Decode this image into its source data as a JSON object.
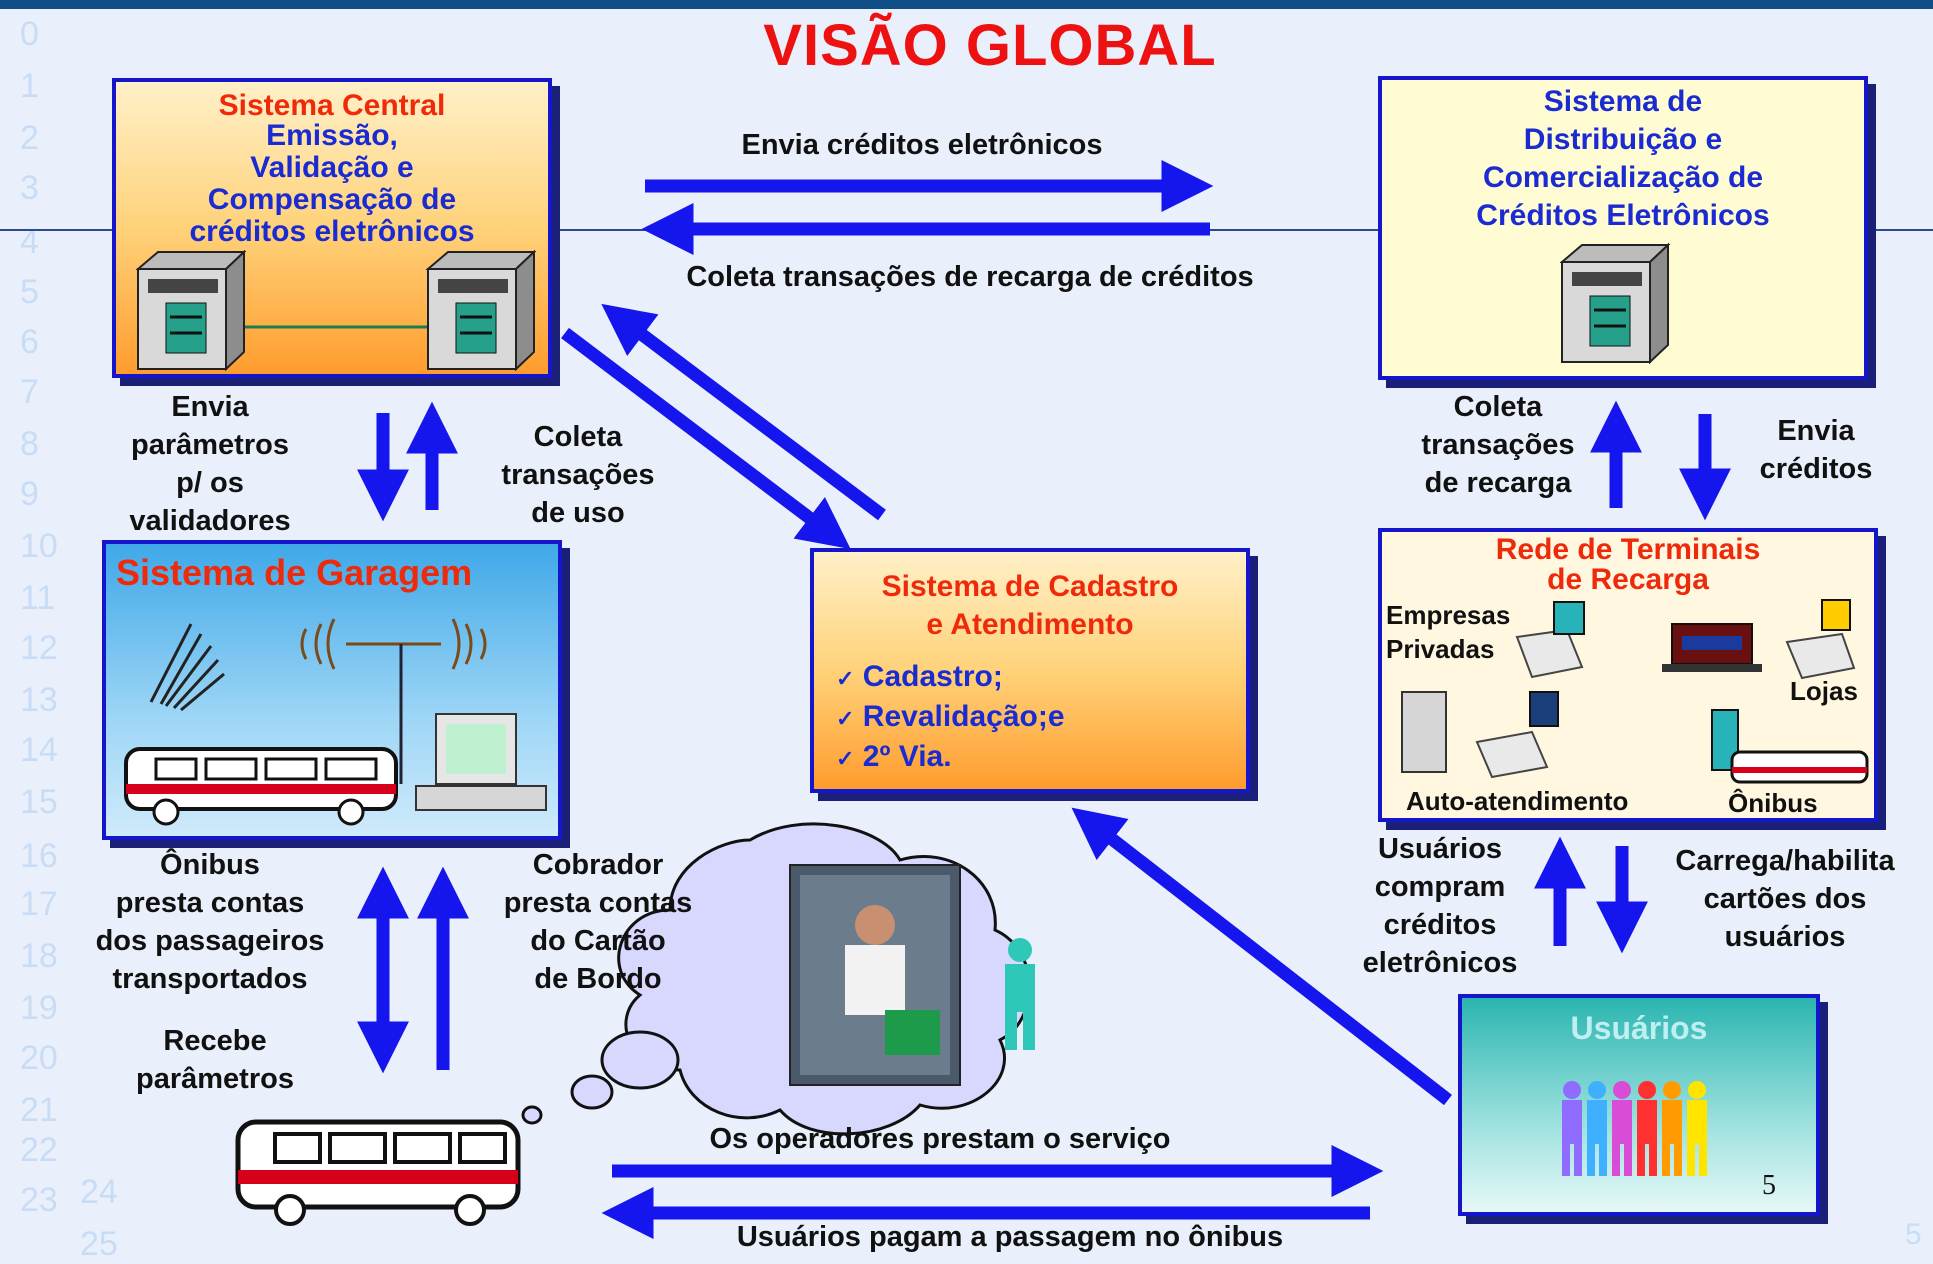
{
  "line_numbers": [
    "0",
    "1",
    "2",
    "3",
    "4",
    "5",
    "6",
    "7",
    "8",
    "9",
    "10",
    "11",
    "12",
    "13",
    "14",
    "15",
    "16",
    "17",
    "18",
    "19",
    "20",
    "21",
    "22",
    "23",
    "24",
    "25"
  ],
  "title": "VISÃO GLOBAL",
  "central": {
    "title_red": "Sistema Central",
    "title_blue_lines": [
      "Emissão,",
      "Validação e",
      "Compensação de",
      "créditos eletrônicos"
    ]
  },
  "distribution": {
    "title_lines": [
      "Sistema de",
      "Distribuição e",
      "Comercialização de",
      "Créditos Eletrônicos"
    ]
  },
  "garage": {
    "title": "Sistema de Garagem"
  },
  "cadastro": {
    "title_lines": [
      "Sistema de Cadastro",
      "e Atendimento"
    ],
    "items": [
      "Cadastro;",
      "Revalidação;e",
      "2º Via."
    ]
  },
  "terminals": {
    "title_lines": [
      "Rede de Terminais",
      "de Recarga"
    ],
    "labels": {
      "empresas": [
        "Empresas",
        "Privadas"
      ],
      "lojas": "Lojas",
      "auto": "Auto-atendimento",
      "onibus": "Ônibus"
    }
  },
  "users_box": {
    "title": "Usuários",
    "page_number": "5"
  },
  "labels": {
    "envia_creditos_eletronicos": "Envia créditos eletrônicos",
    "coleta_recarga_creditos": "Coleta transações de recarga de créditos",
    "envia_parametros": [
      "Envia",
      "parâmetros",
      "p/ os",
      "validadores"
    ],
    "coleta_uso": [
      "Coleta",
      "transações",
      "de uso"
    ],
    "coleta_recarga": [
      "Coleta",
      "transações",
      "de recarga"
    ],
    "envia_creditos": [
      "Envia",
      "créditos"
    ],
    "onibus_presta": [
      "Ônibus",
      "presta contas",
      "dos passageiros",
      "transportados"
    ],
    "cobrador_presta": [
      "Cobrador",
      "presta contas",
      "do Cartão",
      "de Bordo"
    ],
    "recebe_parametros": [
      "Recebe",
      "parâmetros"
    ],
    "usuarios_compram": [
      "Usuários",
      "compram",
      "créditos",
      "eletrônicos"
    ],
    "carrega_habilita": [
      "Carrega/habilita",
      "cartões dos",
      "usuários"
    ],
    "operadores_prestam": "Os operadores prestam o serviço",
    "usuarios_pagam": "Usuários pagam a  passagem no ônibus"
  },
  "footer": {
    "corner_number": "5"
  },
  "colors": {
    "arrow": "#1515ee",
    "title": "#ee1111",
    "box_border": "#1515cc"
  }
}
